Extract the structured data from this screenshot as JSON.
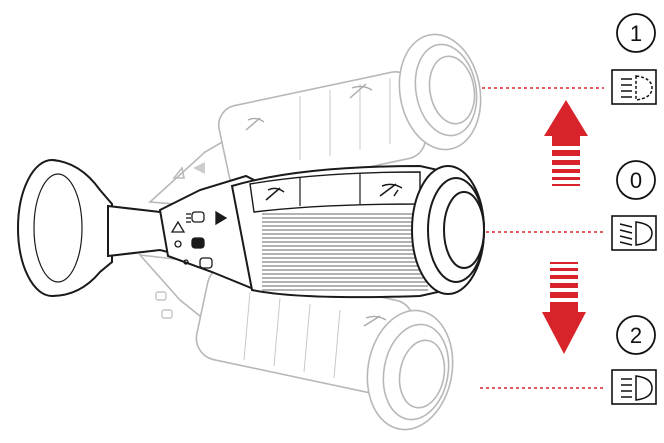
{
  "diagram": {
    "positions": [
      {
        "number": "1",
        "symbol": "main-beam-flash-icon"
      },
      {
        "number": "0",
        "symbol": "low-beam-icon"
      },
      {
        "number": "2",
        "symbol": "main-beam-icon"
      }
    ],
    "arrows": {
      "up": "up-arrow-icon",
      "down": "down-arrow-icon"
    },
    "colors": {
      "accent_red": "#d9232a",
      "outline": "#1a1a1a",
      "ghost_outline": "#b5b5b5"
    }
  }
}
